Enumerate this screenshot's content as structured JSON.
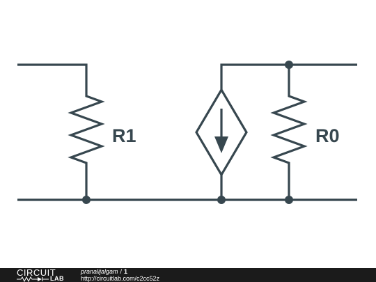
{
  "schematic": {
    "resistor_left_label": "R1",
    "resistor_right_label": "R0",
    "colors": {
      "wire": "#37474f",
      "background": "#ffffff",
      "footer_background": "#1b1b1b",
      "footer_text": "#ffffff"
    },
    "components": [
      {
        "type": "resistor",
        "label": "R1"
      },
      {
        "type": "dependent-current-source",
        "direction": "down"
      },
      {
        "type": "resistor",
        "label": "R0"
      }
    ]
  },
  "footer": {
    "logo_top": "CIRCUIT",
    "logo_bottom": "LAB",
    "author": "pranalijalgam",
    "separator": "/",
    "number": "1",
    "url": "http://circuitlab.com/c2cc52z"
  }
}
